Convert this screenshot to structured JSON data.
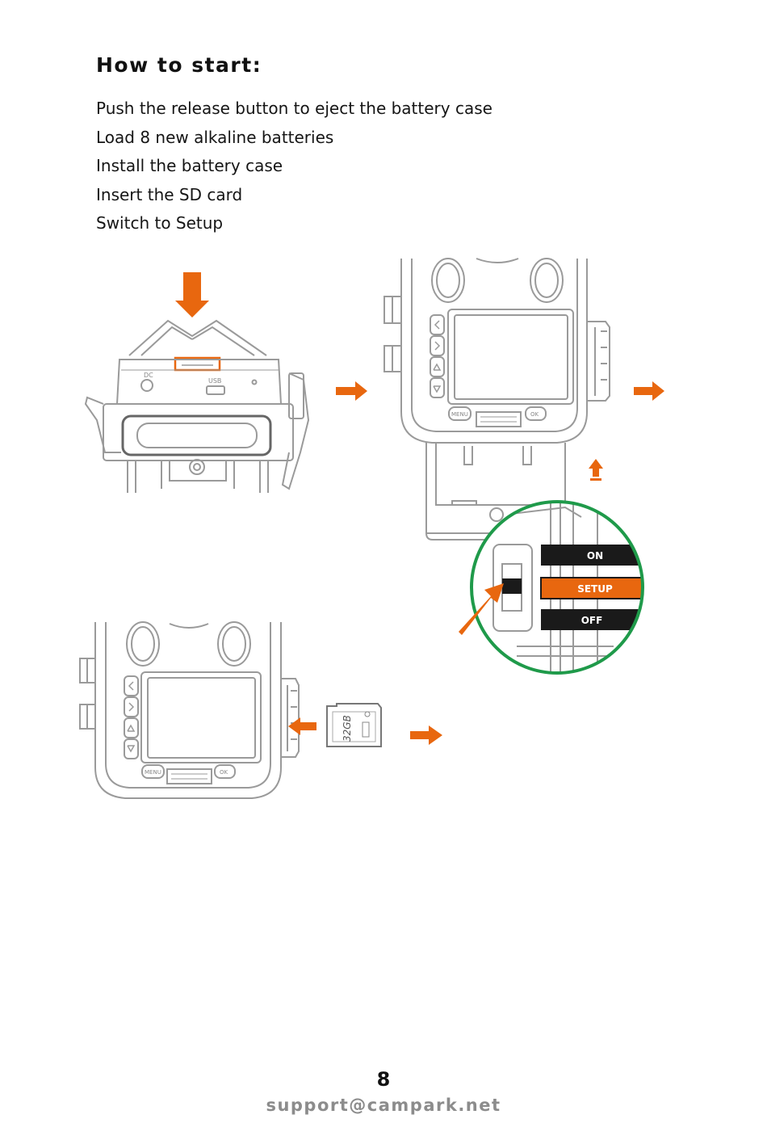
{
  "heading": "How to start:",
  "steps": [
    "Push the release button to eject the battery case",
    "Load 8 new alkaline batteries",
    "Install the battery case",
    "Insert the SD card",
    "Switch to Setup"
  ],
  "illustration": {
    "camera_labels": {
      "dc": "DC",
      "usb": "USB",
      "menu": "MENU",
      "ok": "OK"
    },
    "switch_labels": {
      "on": "ON",
      "setup": "SETUP",
      "off": "OFF"
    },
    "sd_card_label": "32GB",
    "colors": {
      "accent": "#e8670f",
      "highlight_circle": "#1f9a4a",
      "line": "#9a9a9a",
      "label_bg": "#1a1a1a"
    }
  },
  "footer": {
    "page_number": "8",
    "support_email": "support@campark.net"
  }
}
